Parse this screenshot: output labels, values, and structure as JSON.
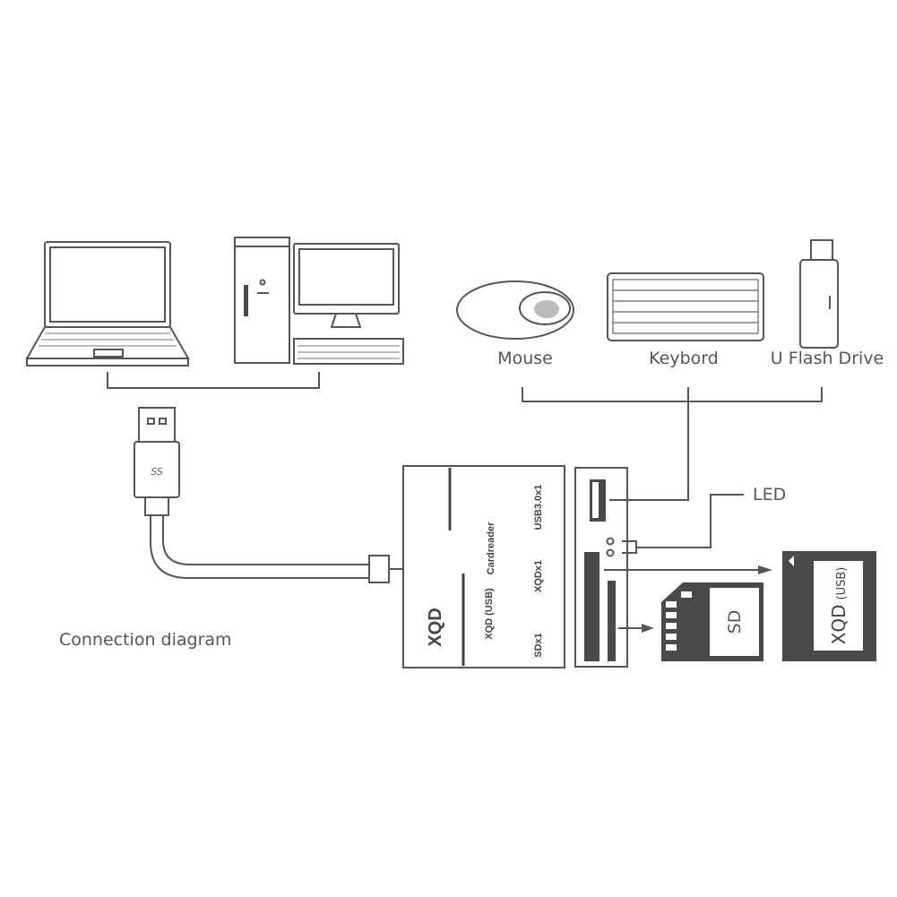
{
  "labels": {
    "mouse": "Mouse",
    "keyboard": "Keybord",
    "flash_drive": "U Flash Drive",
    "led": "LED",
    "caption": "Connection diagram"
  },
  "reader": {
    "brand": "XQD",
    "name": "Cardreader",
    "subtitle": "XQD (USB)",
    "port_usb": "USB3.0x1",
    "port_xqd": "XQDx1",
    "port_sd": "SDx1"
  },
  "cards": {
    "sd": "SD",
    "xqd": "XQD",
    "xqd_sub": "(USB)"
  },
  "plug": {
    "logo": "SS"
  },
  "colors": {
    "line": "#555555",
    "fill_dark": "#4a4a4a"
  }
}
